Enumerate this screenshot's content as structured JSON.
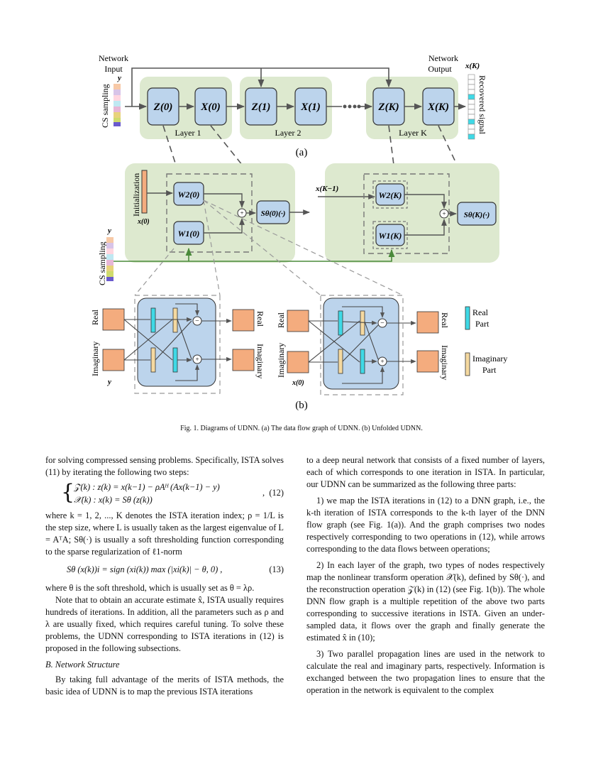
{
  "figure": {
    "a": {
      "network_input": [
        "Network",
        "Input"
      ],
      "network_output": [
        "Network",
        "Output"
      ],
      "y_label": "y",
      "cs_sampling": "CS sampling",
      "x_k_label": "x(K)",
      "recovered_signal": "Recovered signal",
      "nodes": [
        "Z(0)",
        "X(0)",
        "Z(1)",
        "X(1)",
        "Z(K)",
        "X(K)"
      ],
      "layers": [
        "Layer 1",
        "Layer 2",
        "Layer K"
      ],
      "panel_label": "(a)"
    },
    "b": {
      "initialization": "Initialization",
      "x0": "x(0)",
      "w2_0": "W2(0)",
      "w1_0": "W1(0)",
      "s0": "Sθ(0)(·)",
      "xk1": "x(K−1)",
      "w2_k": "W2(K)",
      "w1_k": "W1(K)",
      "sk": "Sθ(K)(·)",
      "cs_sampling": "CS sampling",
      "y_label": "y",
      "real": "Real",
      "imaginary": "Imaginary",
      "legend_real": [
        "Real",
        "Part"
      ],
      "legend_imag": [
        "Imaginary",
        "Part"
      ],
      "panel_label": "(b)"
    }
  },
  "caption": "Fig. 1.  Diagrams of UDNN. (a) The data flow graph of UDNN. (b) Unfolded UDNN.",
  "left": {
    "p1": "for solving compressed sensing problems. Specifically, ISTA solves (11) by iterating the following two steps:",
    "eq12_line1": "𝒵(k) : z(k) = x(k−1) − ρAᴴ (Ax(k−1) − y)",
    "eq12_line2": "𝒳(k) : x(k) = Sθ (z(k))",
    "eq12_num": "(12)",
    "p2": "where k = 1, 2, ..., K denotes the ISTA iteration index; ρ = 1/L is the step size, where L is usually taken as the largest eigenvalue of L = AᵀA; Sθ(·) is usually a soft thresholding function corresponding to the sparse regularization of ℓ1-norm",
    "eq13": "Sθ (x(k))i = sign (xi(k)) max (|xi(k)| − θ, 0) ,",
    "eq13_num": "(13)",
    "p3": "where θ is the soft threshold, which is usually set as θ = λρ.",
    "p4": "Note that to obtain an accurate estimate x̂, ISTA usually requires hundreds of iterations. In addition, all the parameters such as ρ and λ are usually fixed, which requires careful tuning. To solve these problems, the UDNN corresponding to ISTA iterations in (12) is proposed in the following subsections.",
    "heading": "B. Network Structure",
    "p5": "By taking full advantage of the merits of ISTA methods, the basic idea of UDNN is to map the previous ISTA iterations"
  },
  "right": {
    "p1": "to a deep neural network that consists of a fixed number of layers, each of which corresponds to one iteration in ISTA. In particular, our UDNN can be summarized as the following three parts:",
    "p2": "1) we map the ISTA iterations in (12) to a DNN graph, i.e., the k-th iteration of ISTA corresponds to the k-th layer of the DNN flow graph (see Fig. 1(a)). And the graph comprises two nodes respectively corresponding to two operations in (12), while arrows corresponding to the data flows between operations;",
    "p3": "2) In each layer of the graph, two types of nodes respectively map the nonlinear transform operation 𝒳(k), defined by Sθ(·), and the reconstruction operation 𝒵(k) in (12) (see Fig. 1(b)). The whole DNN flow graph is a multiple repetition of the above two parts corresponding to successive iterations in ISTA. Given an under-sampled data, it flows over the graph and finally generate the estimated x̂ in (10);",
    "p4": "3) Two parallel propagation lines are used in the network to calculate the real and imaginary parts, respectively. Information is exchanged between the two propagation lines to ensure that the operation in the network is equivalent to the complex"
  },
  "colors": {
    "green_panel": "#dde9cf",
    "node_blue": "#bcd4ec",
    "orange_box": "#f4ac7e",
    "cyan": "#3fd9e6",
    "yellow": "#f5d9a0"
  }
}
